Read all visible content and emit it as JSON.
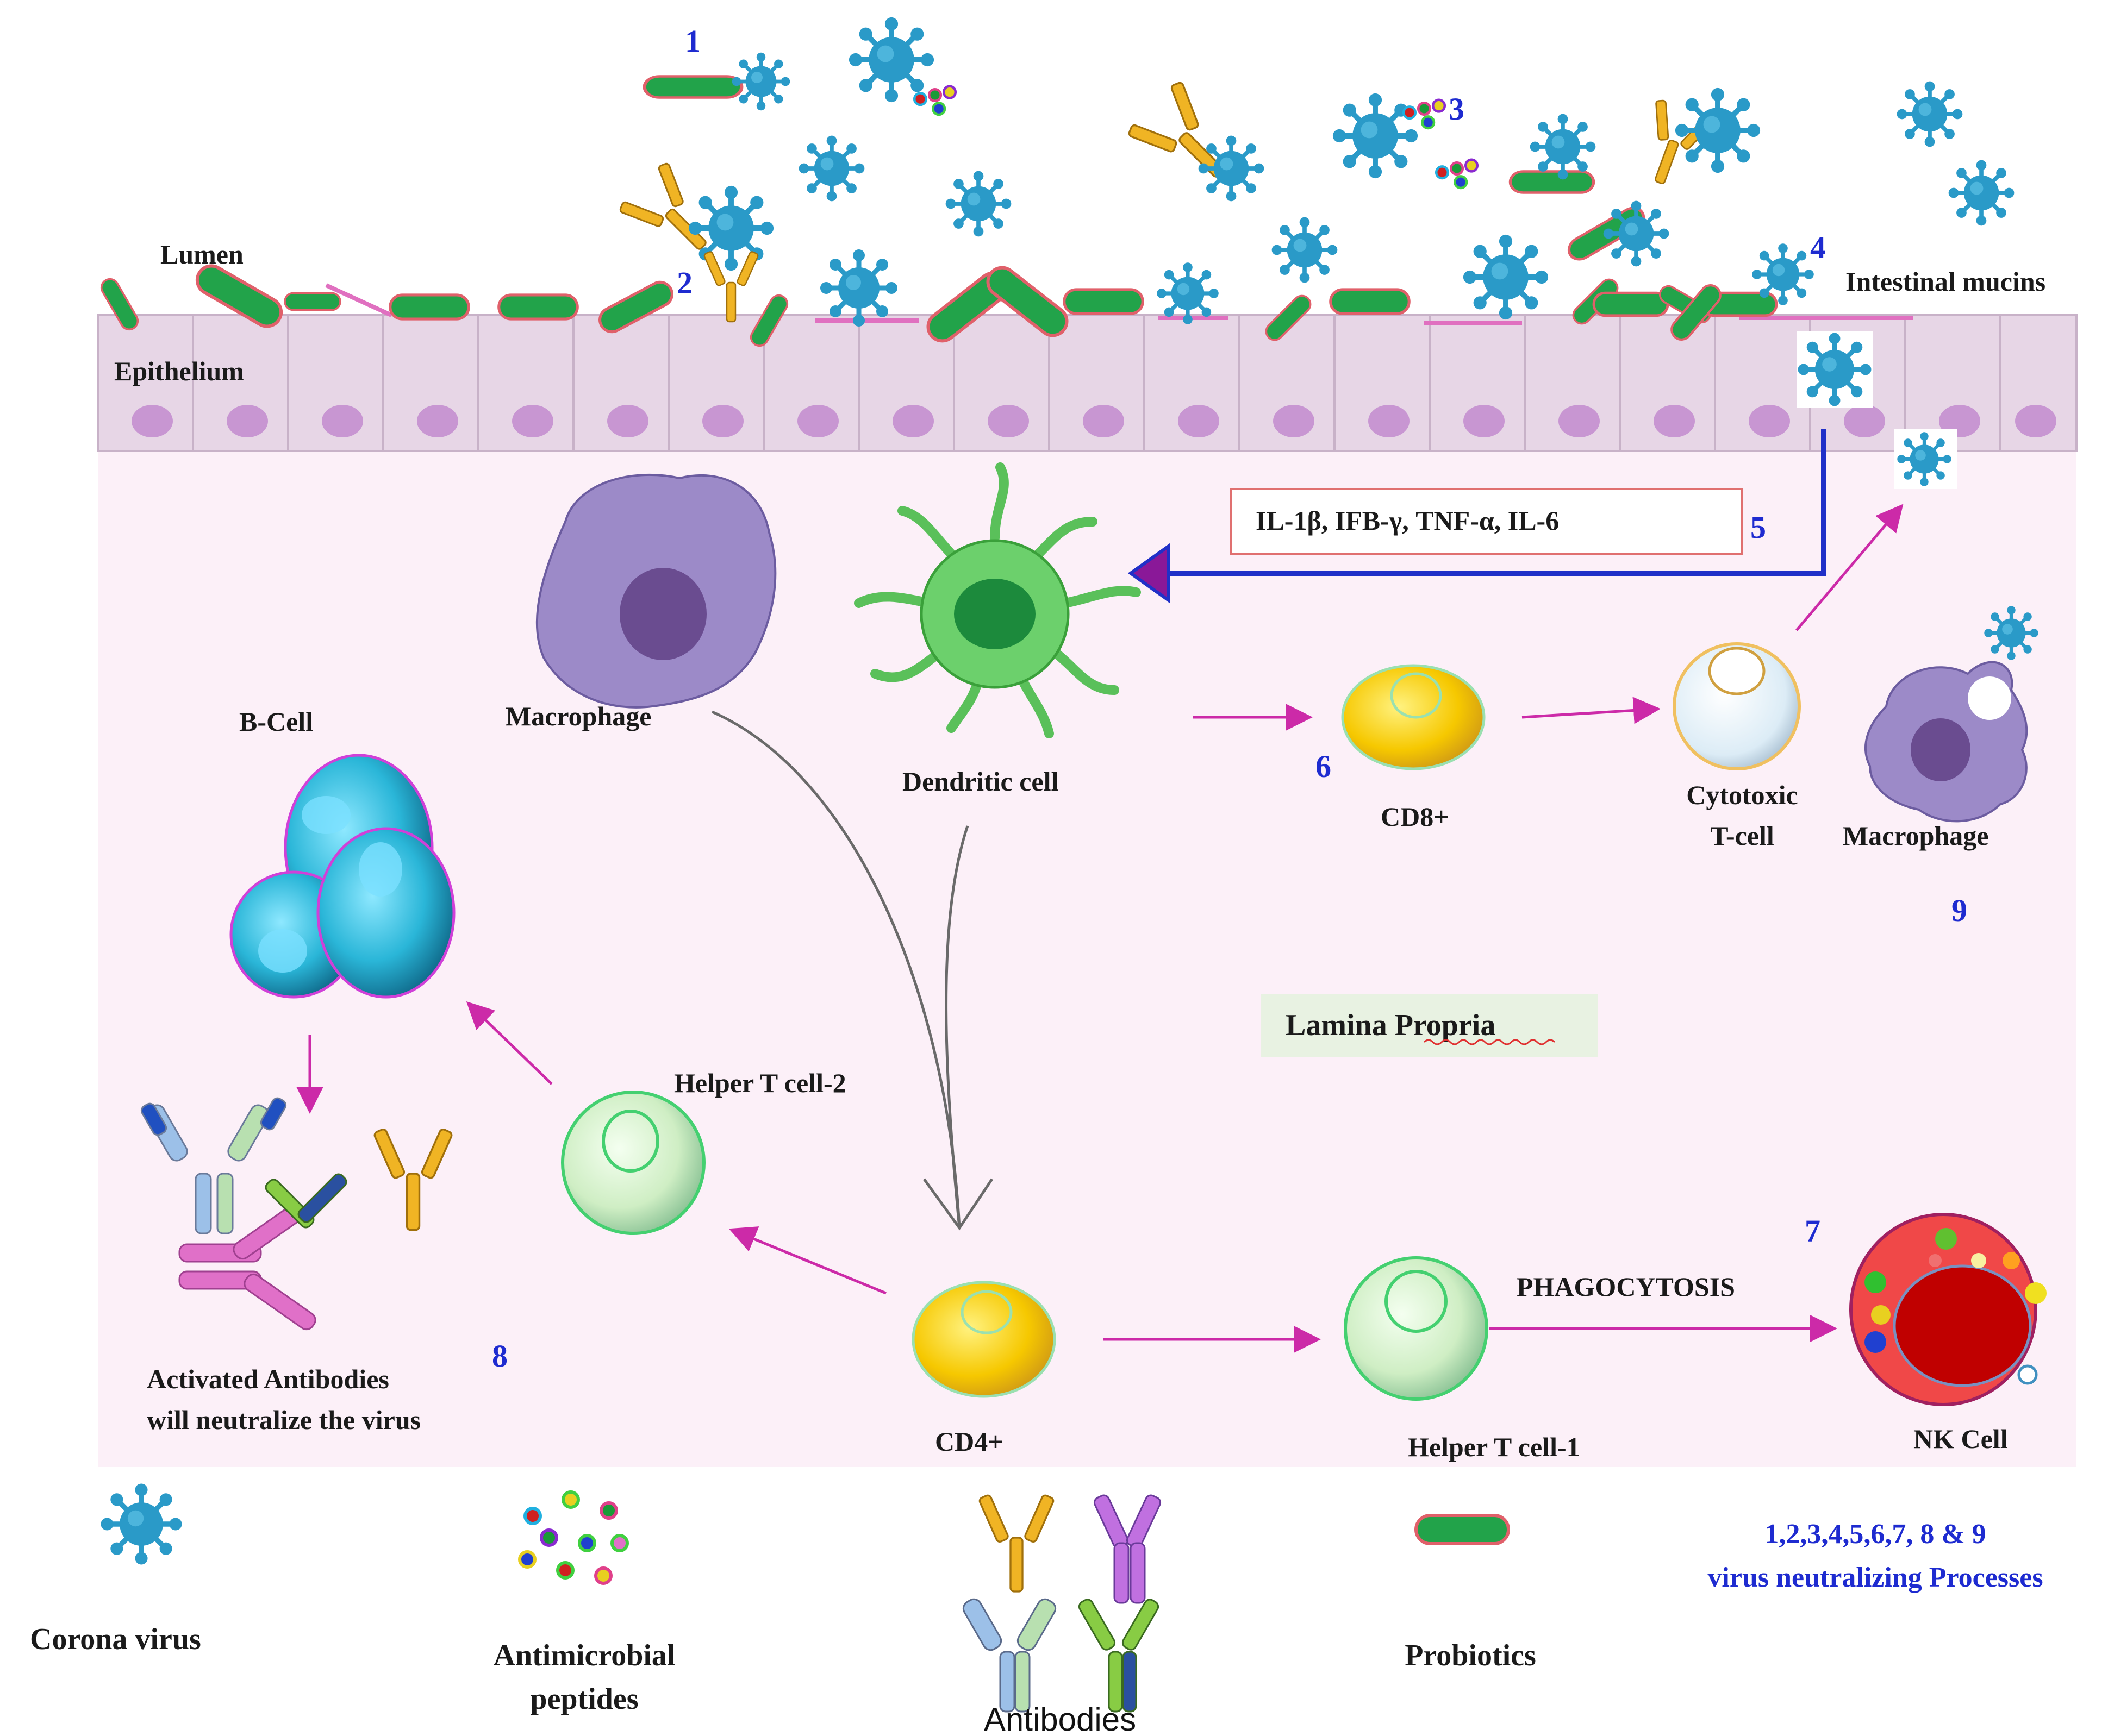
{
  "regions": {
    "lumen": "Lumen",
    "epithelium": "Epithelium",
    "intestinal_mucins": "Intestinal mucins",
    "lamina_propria": "Lamina Propria"
  },
  "cytokines": "IL-1β, IFB-γ, TNF-α, IL-6",
  "cells": {
    "macrophage_left": "Macrophage",
    "dendritic": "Dendritic cell",
    "cd8": "CD8+",
    "cytotoxic_line1": "Cytotoxic",
    "cytotoxic_line2": "T-cell",
    "macrophage_right": "Macrophage",
    "b_cell": "B-Cell",
    "helper_t2": "Helper T cell-2",
    "cd4": "CD4+",
    "helper_t1": "Helper T cell-1",
    "nk": "NK Cell",
    "phagocytosis": "PHAGOCYTOSIS"
  },
  "antibodies_note": {
    "line1": "Activated Antibodies",
    "line2": "will neutralize the virus"
  },
  "steps": [
    "1",
    "2",
    "3",
    "4",
    "5",
    "6",
    "7",
    "8",
    "9"
  ],
  "legend": {
    "corona": "Corona virus",
    "amp_line1": "Antimicrobial",
    "amp_line2": "peptides",
    "antibodies": "Antibodies",
    "probiotics": "Probiotics",
    "processes_line1": "1,2,3,4,5,6,7, 8 & 9",
    "processes_line2": "virus neutralizing Processes"
  },
  "colors": {
    "virus": "#2a9ac8",
    "probiotic": "#22a34a",
    "probiotic_border": "#e0606a",
    "epithelium": "#e7d6e6",
    "nucleus": "#c896d2",
    "lamina": "#fcf0f8",
    "arrow_magenta": "#cc2aa8",
    "arrow_blue": "#2030c8",
    "number_blue": "#1e2bd0"
  }
}
